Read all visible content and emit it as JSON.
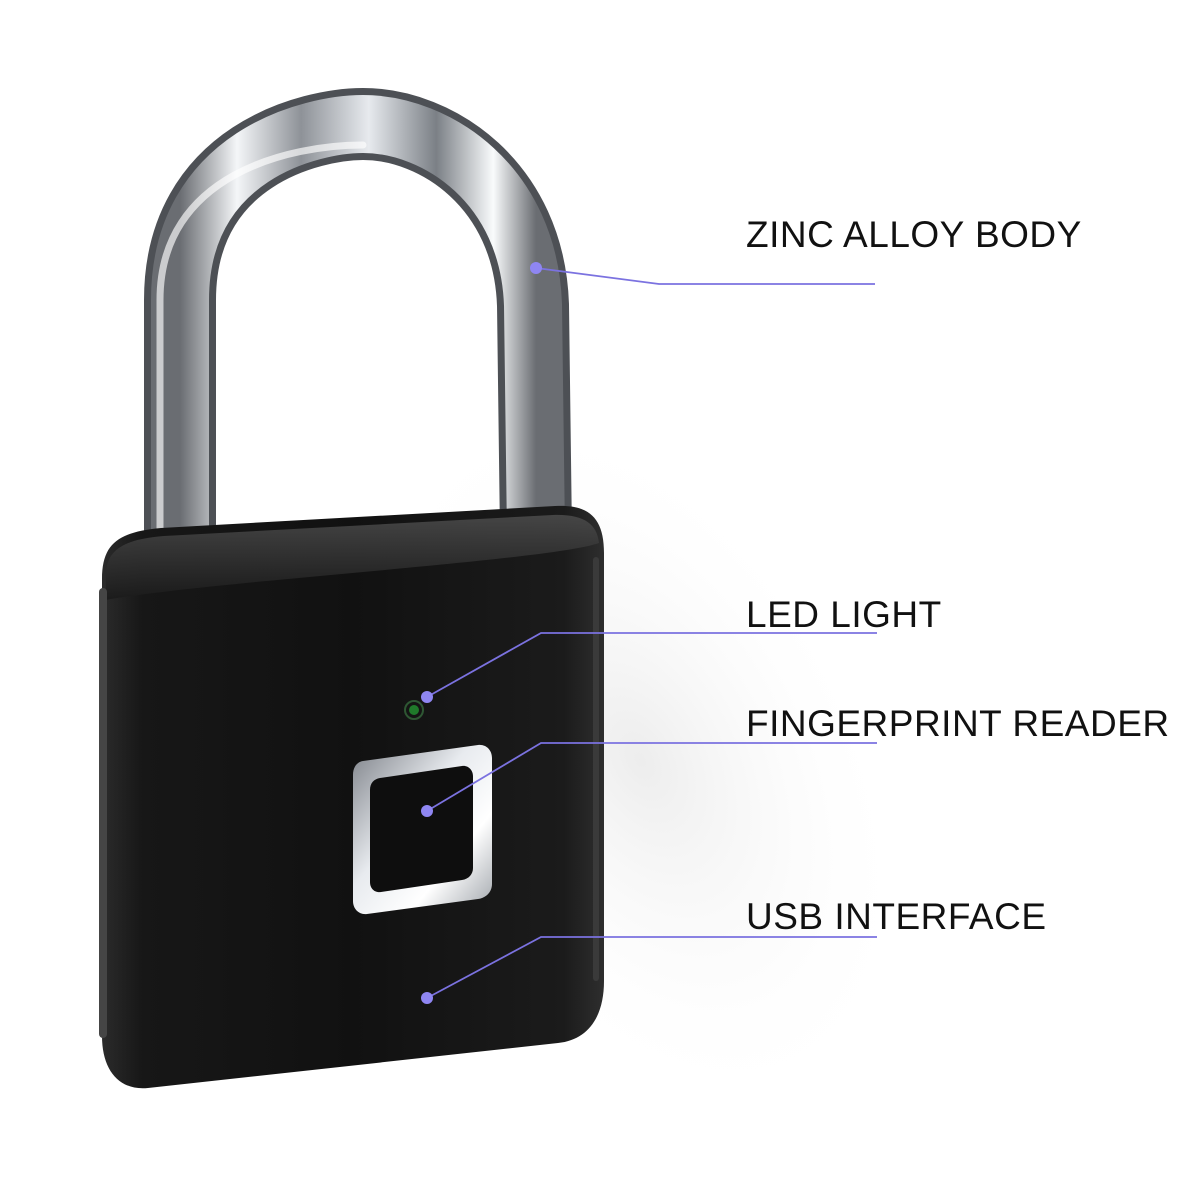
{
  "callouts": {
    "zinc_alloy_body": "ZINC ALLOY BODY",
    "led_light": "LED LIGHT",
    "fingerprint_reader": "FINGERPRINT READER",
    "usb_interface": "USB INTERFACE"
  },
  "colors": {
    "background": "#ffffff",
    "callout_line": "#7b72e0",
    "callout_dot": "#8f86f2",
    "lock_body": "#161616",
    "shackle": "#c9cdd3",
    "fingerprint_frame": "#d7dade",
    "led_indicator": "#1f7a2a",
    "label_text": "#111111"
  },
  "icons": {
    "product": "padlock-fingerprint"
  }
}
